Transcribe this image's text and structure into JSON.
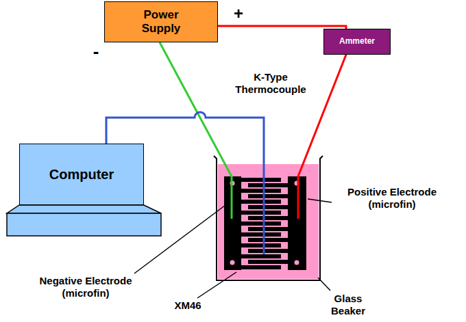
{
  "diagram": {
    "nodes": [
      {
        "text": [
          "Power Supply"
        ]
      },
      {
        "text": [
          "Ammeter"
        ]
      },
      {
        "text": [
          "Computer"
        ]
      }
    ],
    "edges": [
      {
        "from": 0,
        "to": 1,
        "arrow": "none"
      }
    ],
    "labels": [
      "+",
      "-",
      "K-Type Thermocouple",
      "Positive Electrode (microfin)",
      "Negative Electrode (microfin)",
      "XM46",
      "Glass Beaker"
    ]
  }
}
